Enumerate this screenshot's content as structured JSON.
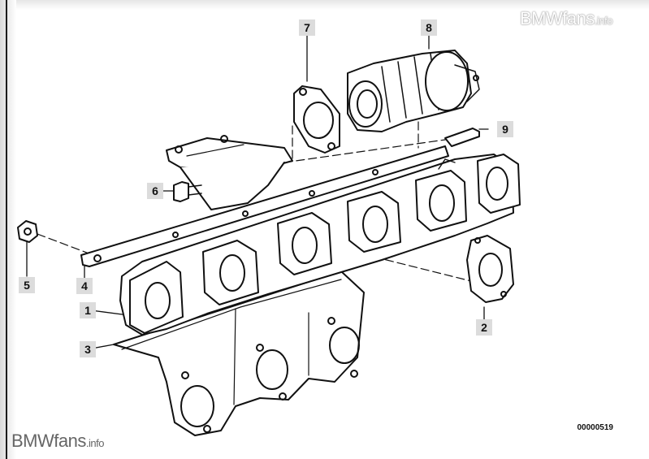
{
  "watermark": {
    "brand": "BMWfans",
    "suffix": ".info"
  },
  "diagram_code": "00000519",
  "callouts": [
    {
      "id": "1",
      "label": "1"
    },
    {
      "id": "2",
      "label": "2"
    },
    {
      "id": "3",
      "label": "3"
    },
    {
      "id": "4",
      "label": "4"
    },
    {
      "id": "5",
      "label": "5"
    },
    {
      "id": "6",
      "label": "6"
    },
    {
      "id": "7",
      "label": "7"
    },
    {
      "id": "8",
      "label": "8"
    },
    {
      "id": "9",
      "label": "9"
    }
  ]
}
